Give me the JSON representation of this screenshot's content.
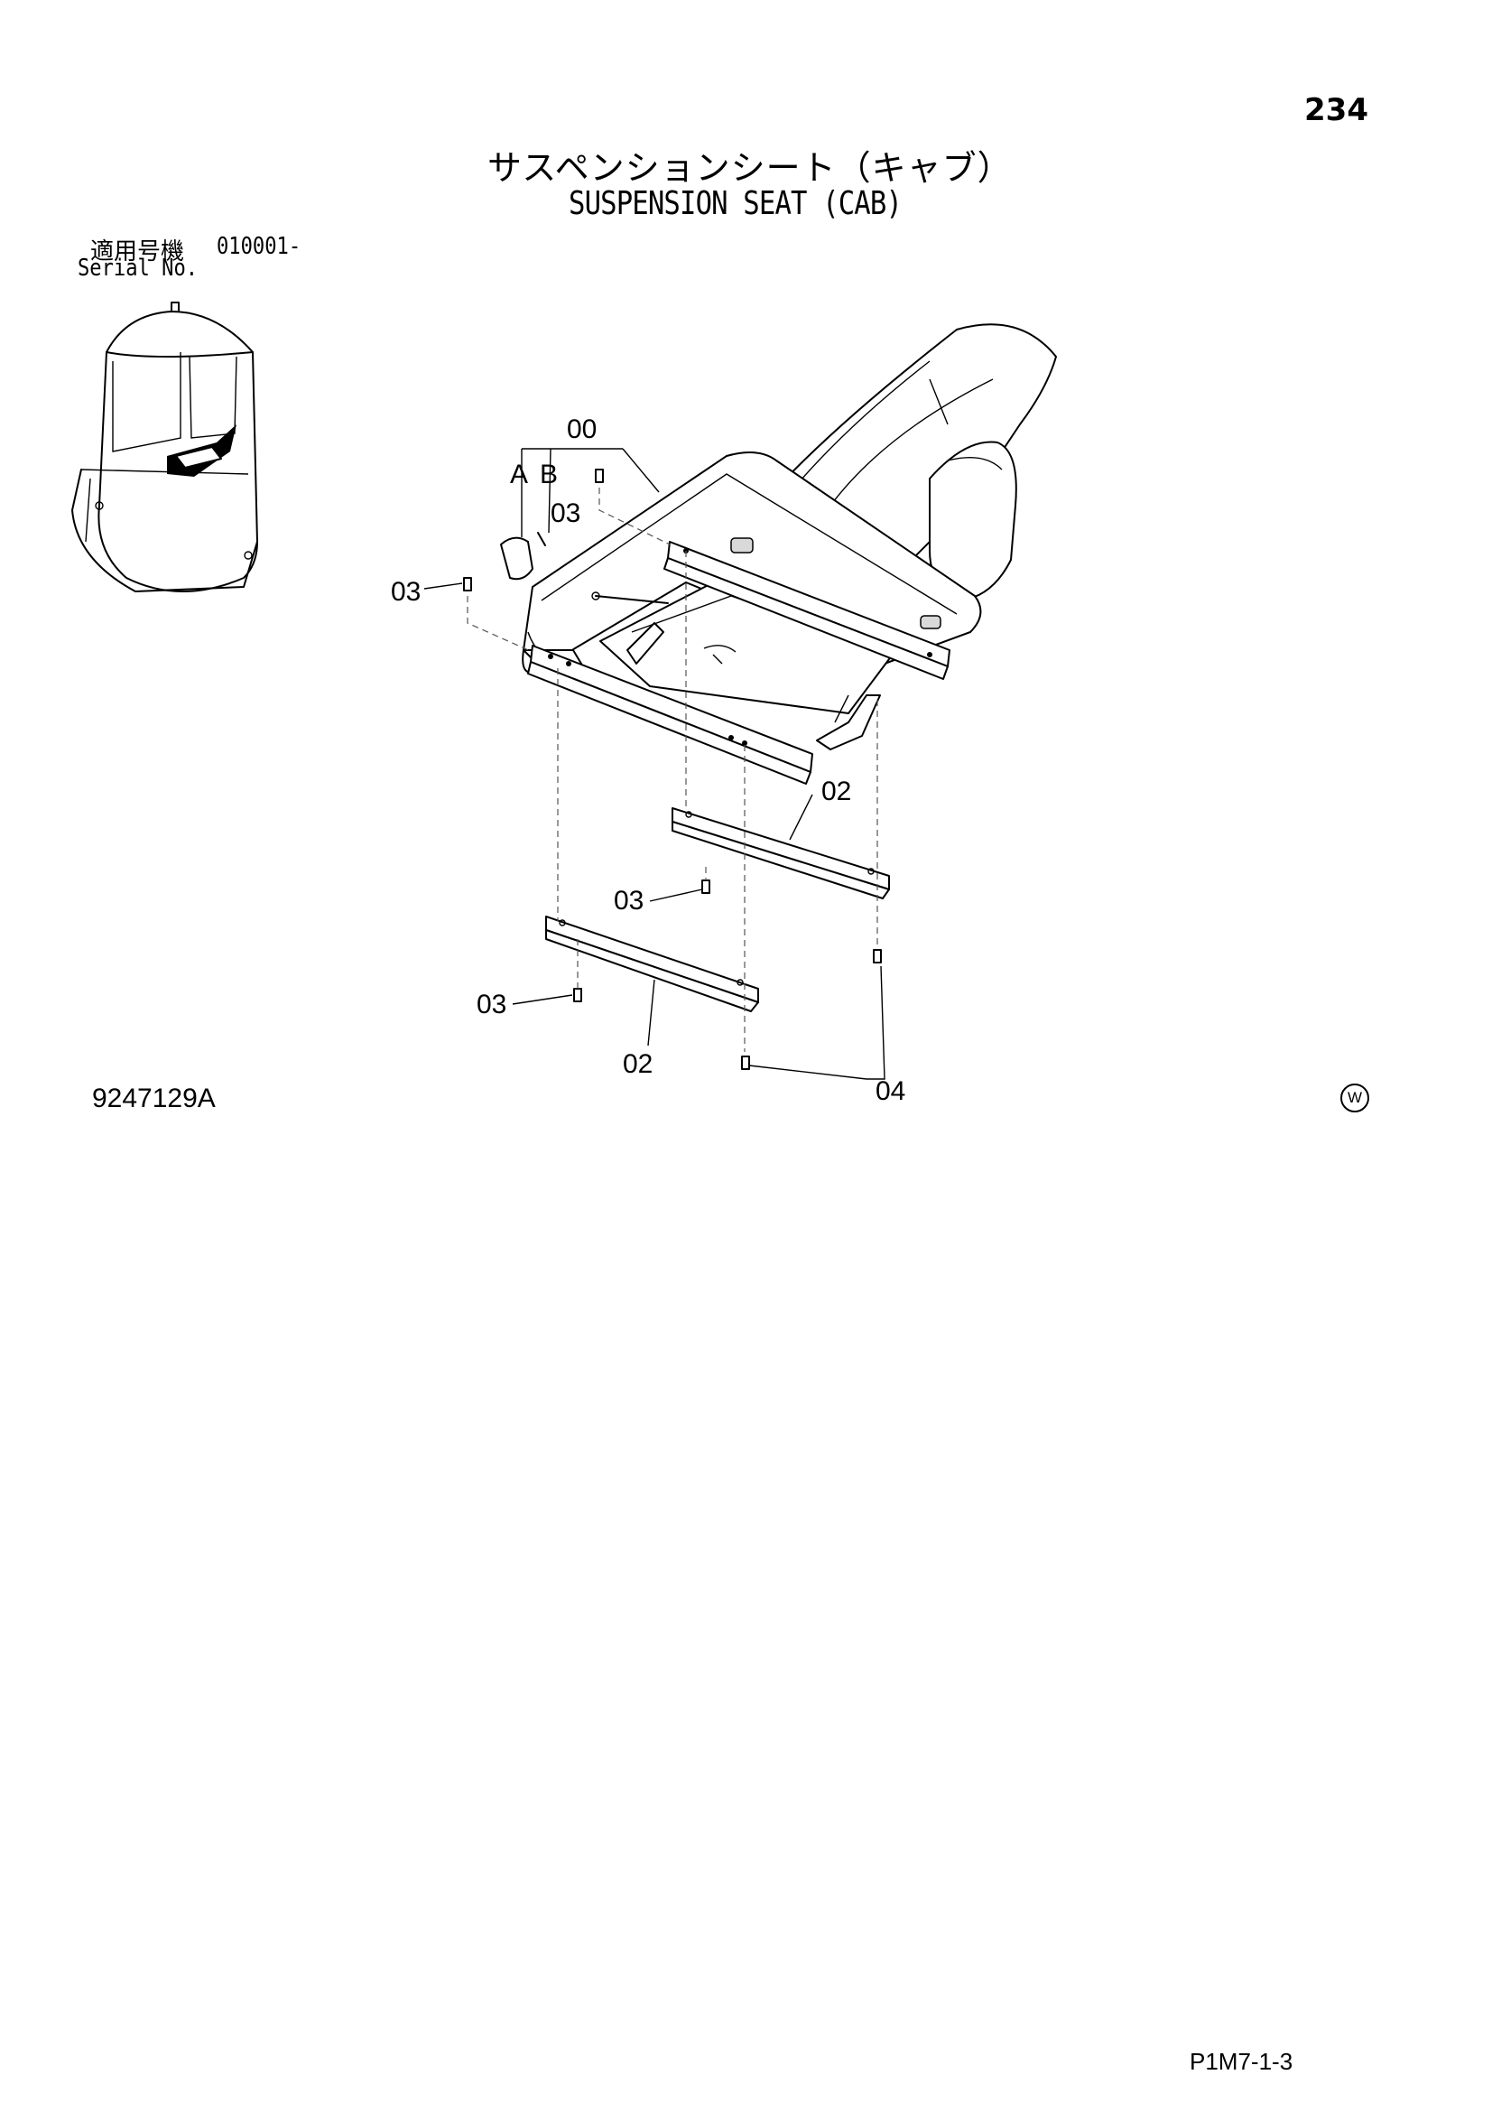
{
  "header": {
    "page_number": "234",
    "title_jp": "サスペンションシート（キャブ）",
    "title_en": "SUSPENSION SEAT (CAB)"
  },
  "serial": {
    "label_jp": "適用号機",
    "value": "010001-",
    "label_en": "Serial No."
  },
  "callouts": {
    "c00": "00",
    "cA": "A",
    "cB": "B",
    "c03_top": "03",
    "c03_left": "03",
    "c02_right": "02",
    "c03_mid": "03",
    "c03_bottom": "03",
    "c02_bottom": "02",
    "c04": "04"
  },
  "footer": {
    "figure_number": "9247129A",
    "mark": "W",
    "doc_code": "P1M7-1-3"
  }
}
